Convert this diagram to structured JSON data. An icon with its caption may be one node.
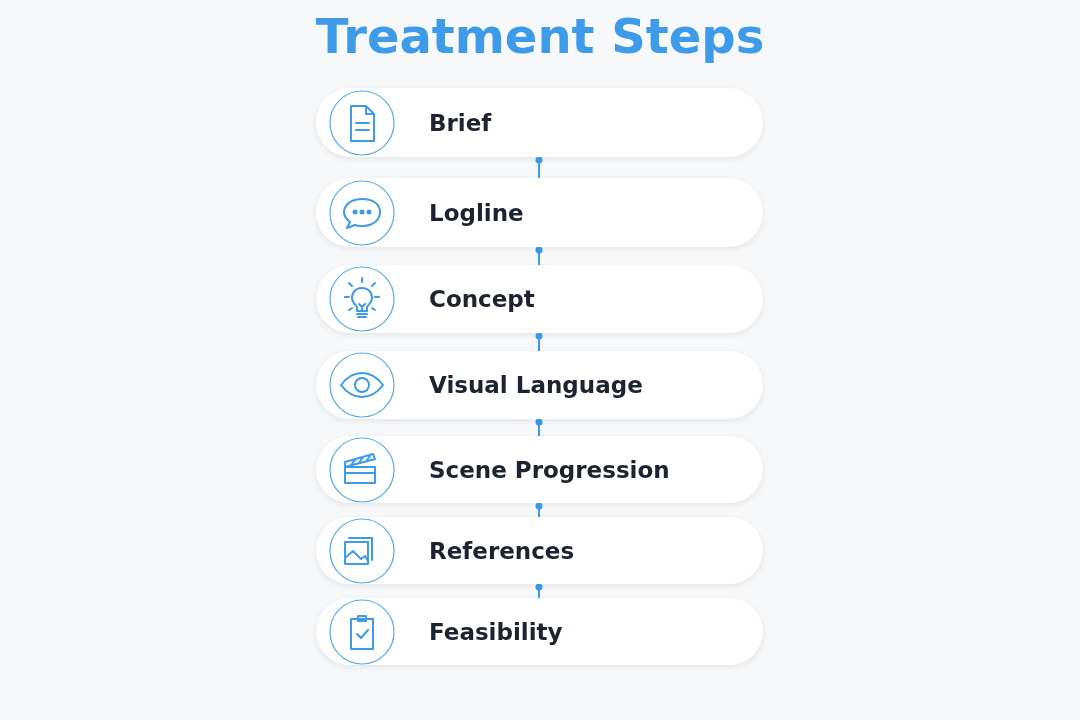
{
  "diagram": {
    "title": "Treatment Steps",
    "nodes": [
      {
        "text": [
          "Brief"
        ]
      },
      {
        "text": [
          "Logline"
        ]
      },
      {
        "text": [
          "Concept"
        ]
      },
      {
        "text": [
          "Visual Language"
        ]
      },
      {
        "text": [
          "Scene Progression"
        ]
      },
      {
        "text": [
          "References"
        ]
      },
      {
        "text": [
          "Feasibility"
        ]
      }
    ],
    "edges": [
      {
        "from": 0,
        "to": 1,
        "arrow": "other"
      },
      {
        "from": 1,
        "to": 2,
        "arrow": "other"
      },
      {
        "from": 2,
        "to": 3,
        "arrow": "other"
      },
      {
        "from": 3,
        "to": 4,
        "arrow": "other"
      },
      {
        "from": 4,
        "to": 5,
        "arrow": "other"
      },
      {
        "from": 5,
        "to": 6,
        "arrow": "other"
      }
    ]
  }
}
